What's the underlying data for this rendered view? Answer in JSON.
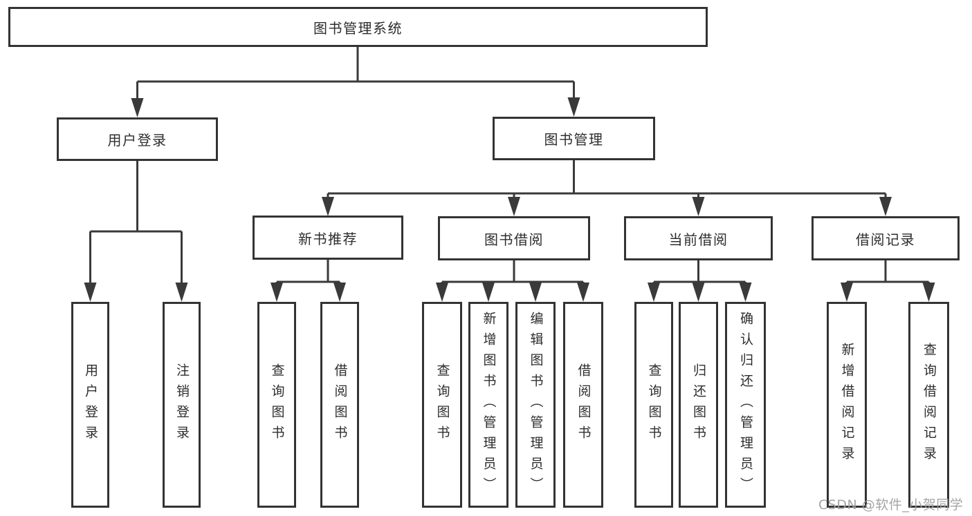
{
  "colors": {
    "line": "#3a3a3a",
    "box_border": "#333333",
    "text": "#2d2d2d",
    "watermark": "#a0a0a0",
    "background": "#ffffff"
  },
  "diagram": {
    "root": {
      "label": "图书管理系统",
      "children": [
        {
          "label": "用户登录",
          "children": [
            {
              "label": "用户登录"
            },
            {
              "label": "注销登录"
            }
          ]
        },
        {
          "label": "图书管理",
          "children": [
            {
              "label": "新书推荐",
              "children": [
                {
                  "label": "查询图书"
                },
                {
                  "label": "借阅图书"
                }
              ]
            },
            {
              "label": "图书借阅",
              "children": [
                {
                  "label": "查询图书"
                },
                {
                  "label": "新增图书（管理员）"
                },
                {
                  "label": "编辑图书（管理员）"
                },
                {
                  "label": "借阅图书"
                }
              ]
            },
            {
              "label": "当前借阅",
              "children": [
                {
                  "label": "查询图书"
                },
                {
                  "label": "归还图书"
                },
                {
                  "label": "确认归还（管理员）"
                }
              ]
            },
            {
              "label": "借阅记录",
              "children": [
                {
                  "label": "新增借阅记录"
                },
                {
                  "label": "查询借阅记录"
                }
              ]
            }
          ]
        }
      ]
    }
  },
  "watermark": {
    "text": "CSDN @软件_小贺同学"
  }
}
